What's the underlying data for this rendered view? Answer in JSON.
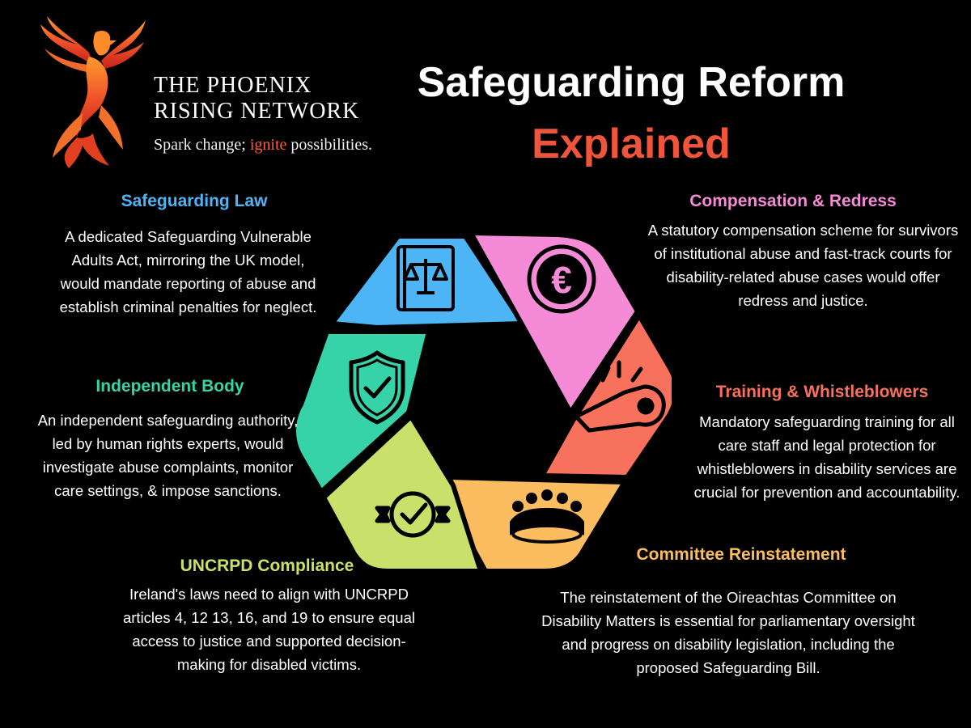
{
  "logo": {
    "line1": "THE PHOENIX",
    "line2": "RISING NETWORK",
    "tagline_pre": "Spark change; ",
    "tagline_highlight": "ignite",
    "tagline_post": " possibilities."
  },
  "title": {
    "line1": "Safeguarding Reform",
    "line2": "Explained"
  },
  "sections": {
    "law": {
      "heading": "Safeguarding Law",
      "body": "A dedicated Safeguarding Vulnerable Adults Act, mirroring the UK model, would mandate reporting of abuse and establish criminal penalties for neglect.",
      "color": "#4db5f5",
      "icon": "law-book-icon"
    },
    "compensation": {
      "heading": "Compensation & Redress",
      "body": "A statutory compensation scheme for survivors of institutional abuse and fast-track courts for disability-related abuse cases would offer redress and justice.",
      "color": "#f58bd6",
      "icon": "euro-coin-icon"
    },
    "independent": {
      "heading": "Independent Body",
      "body": "An independent safeguarding authority, led by human rights experts, would investigate abuse complaints, monitor care settings, & impose sanctions.",
      "color": "#36d3a8",
      "icon": "shield-check-icon"
    },
    "training": {
      "heading": "Training & Whistleblowers",
      "body": "Mandatory safeguarding training for all care staff and legal protection for whistleblowers in disability services are crucial for prevention and accountability.",
      "color": "#f8715d",
      "icon": "whistle-icon"
    },
    "uncrpd": {
      "heading": "UNCRPD Compliance",
      "body": "Ireland's laws need to align with UNCRPD articles 4, 12 13, 16, and 19 to ensure equal access to justice and supported decision-making for disabled victims.",
      "color": "#c9e06a",
      "icon": "check-badge-icon"
    },
    "committee": {
      "heading": "Committee Reinstatement",
      "body": "The reinstatement of the Oireachtas Committee on Disability Matters is essential for parliamentary oversight and progress on disability legislation, including the proposed Safeguarding Bill.",
      "color": "#fbbd5f",
      "icon": "committee-table-icon"
    }
  },
  "colors": {
    "background": "#000000",
    "title_accent": "#f0553b",
    "tagline_highlight": "#ff5a3c"
  }
}
